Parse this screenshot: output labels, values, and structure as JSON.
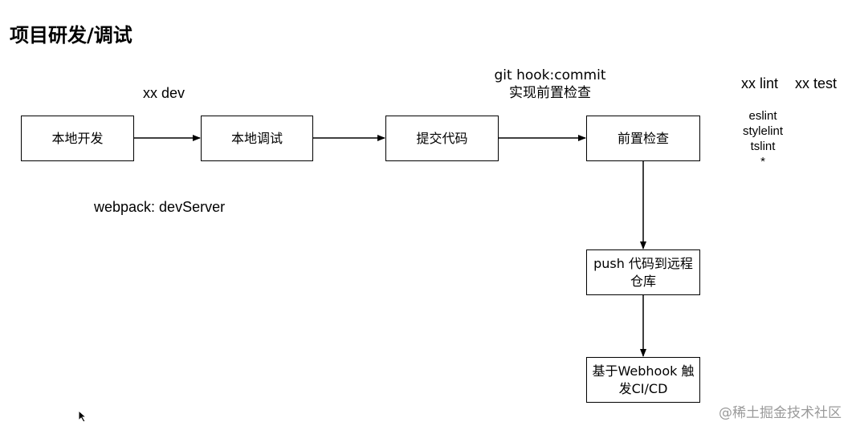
{
  "title": "项目研发/调试",
  "nodes": {
    "local_dev": "本地开发",
    "local_debug": "本地调试",
    "commit_code": "提交代码",
    "pre_check": "前置检查",
    "push_remote_line1": "push 代码到远程",
    "push_remote_line2": "仓库",
    "ci_cd_line1": "基于Webhook 触",
    "ci_cd_line2": "发CI/CD"
  },
  "labels": {
    "xx_dev": "xx dev",
    "webpack_dev_server": "webpack: devServer",
    "git_hook_line1": "git hook:commit",
    "git_hook_line2": "实现前置检查",
    "xx_lint": "xx lint",
    "xx_test": "xx test",
    "lint_tools": [
      "eslint",
      "stylelint",
      "tslint",
      "*"
    ]
  },
  "watermark": "@稀土掘金技术社区"
}
